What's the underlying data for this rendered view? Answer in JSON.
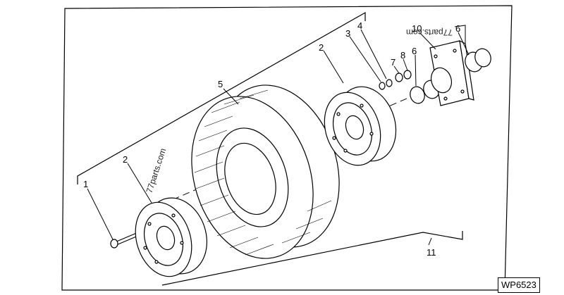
{
  "figure_code": "WP6523",
  "watermarks": [
    "77parts.com",
    "77parts.com"
  ],
  "callouts": {
    "c1": "1",
    "c2a": "2",
    "c2b": "2",
    "c3": "3",
    "c4": "4",
    "c5": "5",
    "c6a": "6",
    "c6b": "6",
    "c7": "7",
    "c8": "8",
    "c10": "10",
    "c11": "11"
  },
  "parts": [
    {
      "id": "1",
      "name": "bolt"
    },
    {
      "id": "2",
      "name": "wheel rim half"
    },
    {
      "id": "3",
      "name": "nut"
    },
    {
      "id": "4",
      "name": "nut"
    },
    {
      "id": "5",
      "name": "tire"
    },
    {
      "id": "6",
      "name": "bushing"
    },
    {
      "id": "7",
      "name": "washer"
    },
    {
      "id": "8",
      "name": "washer"
    },
    {
      "id": "10",
      "name": "hub"
    },
    {
      "id": "11",
      "name": "wheel assembly"
    }
  ]
}
